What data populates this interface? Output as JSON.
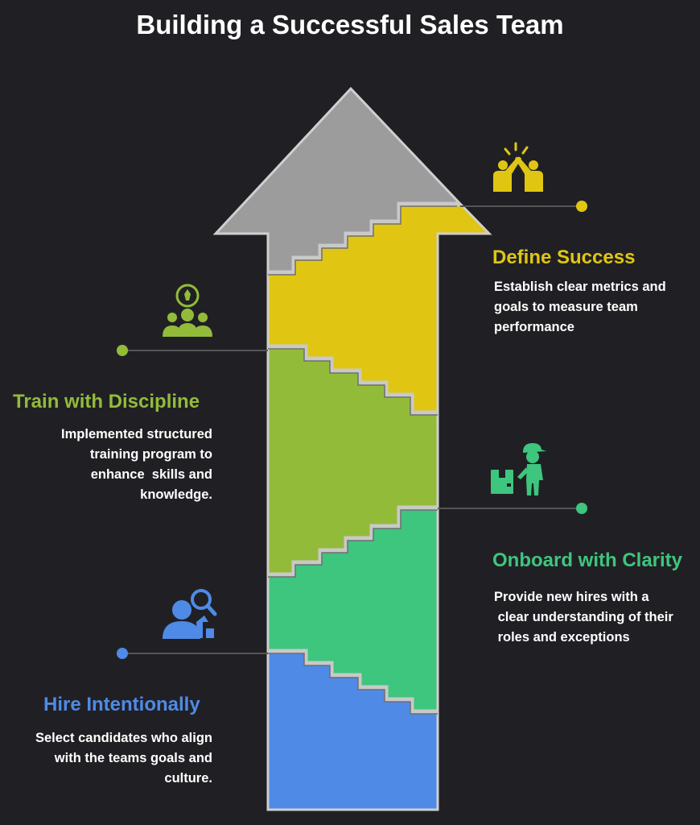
{
  "title": "Building a Successful Sales Team",
  "colors": {
    "background": "#202024",
    "arrow_head": "#9c9c9c",
    "outline": "#cfcfcf",
    "connector": "#555555"
  },
  "stages": [
    {
      "id": "define-success",
      "title": "Define Success",
      "description_lines": [
        "Establish clear metrics and",
        "goals to measure team",
        "performance"
      ],
      "color": "#e0c612",
      "icon": "high-five-icon"
    },
    {
      "id": "train-with-discipline",
      "title": "Train with Discipline",
      "description_lines": [
        "Implemented structured",
        "training program to",
        "enhance  skills and",
        "knowledge."
      ],
      "color": "#93bb3a",
      "icon": "training-group-icon"
    },
    {
      "id": "onboard-with-clarity",
      "title": "Onboard with Clarity",
      "description_lines": [
        "Provide new hires with a",
        " clear understanding of their",
        " roles and exceptions"
      ],
      "color": "#3ec57e",
      "icon": "worker-with-box-icon"
    },
    {
      "id": "hire-intentionally",
      "title": "Hire Intentionally",
      "description_lines": [
        "Select candidates who align",
        "with the teams goals and",
        "culture."
      ],
      "color": "#4f8ae6",
      "icon": "candidate-search-icon"
    }
  ]
}
